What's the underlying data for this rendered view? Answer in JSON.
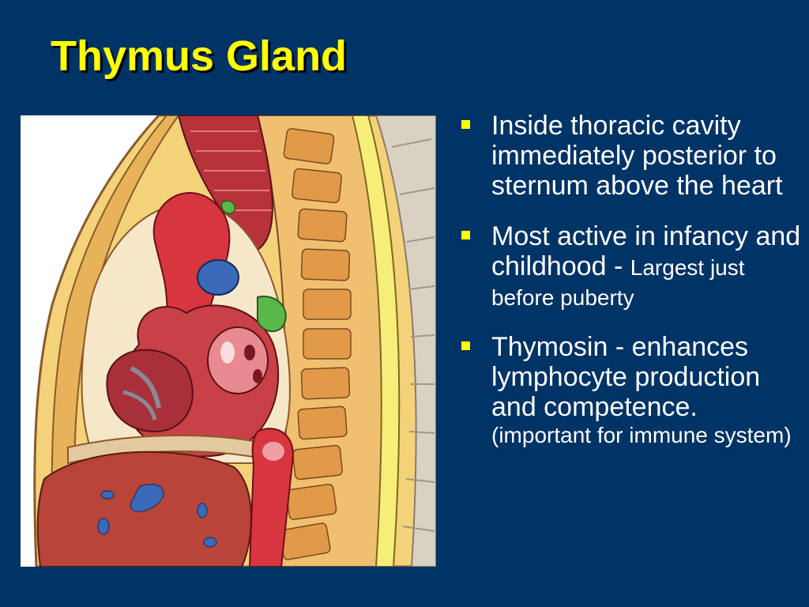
{
  "slide": {
    "title": "Thymus Gland",
    "bullets": [
      {
        "main": "Inside thoracic cavity immediately posterior to sternum above the heart",
        "small": ""
      },
      {
        "main": "Most active in infancy and childhood - ",
        "small": "Largest just before puberty"
      },
      {
        "main": "Thymosin - enhances lymphocyte production and competence.",
        "small": "(important for immune system)"
      }
    ]
  },
  "colors": {
    "background": "#003366",
    "title": "#ffff00",
    "text": "#ffffff",
    "bullet_marker": "#ffff00"
  },
  "figure": {
    "icon": "anatomy-sagittal-section-illustration"
  }
}
